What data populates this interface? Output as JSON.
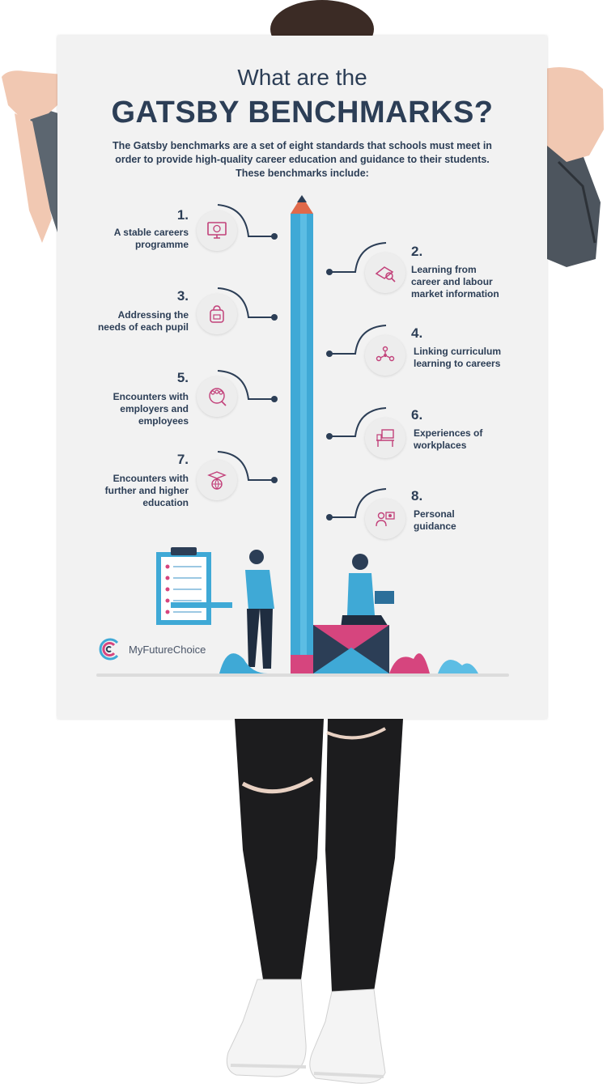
{
  "poster": {
    "title_line1": "What are the",
    "title_line2": "GATSBY BENCHMARKS?",
    "intro_line1": "The Gatsby benchmarks are a set of eight standards that schools must meet in",
    "intro_line2": "order to provide high-quality career education and guidance to their students.",
    "intro_line3": "These benchmarks include:",
    "benchmarks": [
      {
        "number": "1.",
        "line1": "A stable careers",
        "line2": "programme",
        "line3": ""
      },
      {
        "number": "2.",
        "line1": "Learning from",
        "line2": "career and labour",
        "line3": "market information"
      },
      {
        "number": "3.",
        "line1": "Addressing the",
        "line2": "needs of each pupil",
        "line3": ""
      },
      {
        "number": "4.",
        "line1": "Linking curriculum",
        "line2": "learning to careers",
        "line3": ""
      },
      {
        "number": "5.",
        "line1": "Encounters with",
        "line2": "employers and",
        "line3": "employees"
      },
      {
        "number": "6.",
        "line1": "Experiences of",
        "line2": "workplaces",
        "line3": ""
      },
      {
        "number": "7.",
        "line1": "Encounters with",
        "line2": "further and higher",
        "line3": "education"
      },
      {
        "number": "8.",
        "line1": "Personal",
        "line2": "guidance",
        "line3": ""
      }
    ],
    "logo_text": "MyFutureChoice"
  },
  "colors": {
    "navy": "#2c3e56",
    "pencil_blue": "#3fa9d6",
    "pencil_tip": "#e0694a",
    "pencil_eraser": "#d6457e",
    "icon_pink": "#c2417a"
  }
}
